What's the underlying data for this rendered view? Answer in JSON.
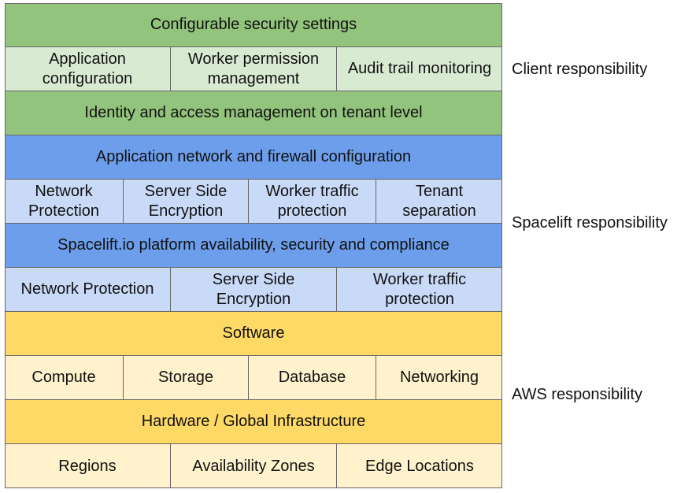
{
  "layers": {
    "client": {
      "top": "Configurable security settings",
      "cells": [
        "Application configuration",
        "Worker permission management",
        "Audit trail monitoring"
      ],
      "bottom": "Identity and access management on tenant level"
    },
    "spacelift": {
      "top": "Application network and firewall configuration",
      "cells_top": [
        "Network Protection",
        "Server Side Encryption",
        "Worker traffic protection",
        "Tenant separation"
      ],
      "middle": "Spacelift.io platform availability, security and compliance",
      "cells_bottom": [
        "Network Protection",
        "Server Side Encryption",
        "Worker traffic protection"
      ]
    },
    "aws": {
      "top": "Software",
      "cells_top": [
        "Compute",
        "Storage",
        "Database",
        "Networking"
      ],
      "middle": "Hardware / Global Infrastructure",
      "cells_bottom": [
        "Regions",
        "Availability Zones",
        "Edge Locations"
      ]
    }
  },
  "responsibility_labels": {
    "client": "Client responsibility",
    "spacelift": "Spacelift responsibility",
    "aws": "AWS responsibility"
  },
  "colors": {
    "client_dark": "#93c47d",
    "client_light": "#d9ead3",
    "spacelift_dark": "#6d9eeb",
    "spacelift_light": "#c9daf8",
    "aws_dark": "#ffd966",
    "aws_light": "#fff2cc",
    "border": "#666666"
  }
}
